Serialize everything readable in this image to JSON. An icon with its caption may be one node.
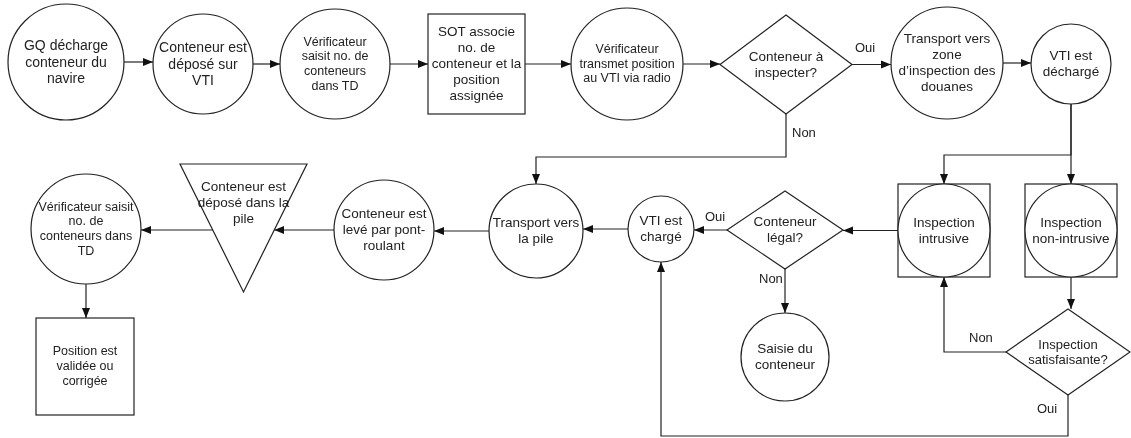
{
  "diagram": {
    "nodes": [
      {
        "text": [
          "GQ décharge conteneur du navire"
        ]
      },
      {
        "text": [
          "Conteneur est déposé sur VTI"
        ]
      },
      {
        "text": [
          "Vérificateur saisit no. de conteneurs dans TD"
        ]
      },
      {
        "text": [
          "SOT associe no. de conteneur et la position assignée"
        ]
      },
      {
        "text": [
          "Vérificateur transmet position au VTI via radio"
        ]
      },
      {
        "text": [
          "Conteneur à inspecter?"
        ]
      },
      {
        "text": [
          "Transport vers zone d’inspection des douanes"
        ]
      },
      {
        "text": [
          "VTI est déchargé"
        ]
      },
      {
        "text": [
          "Inspection intrusive"
        ]
      },
      {
        "text": [
          "Inspection non-intrusive"
        ]
      },
      {
        "text": [
          "Inspection satisfaisante?"
        ]
      },
      {
        "text": [
          "Conteneur légal?"
        ]
      },
      {
        "text": [
          "VTI est chargé"
        ]
      },
      {
        "text": [
          "Saisie du conteneur"
        ]
      },
      {
        "text": [
          "Transport vers la pile"
        ]
      },
      {
        "text": [
          "Conteneur est levé par pont-roulant"
        ]
      },
      {
        "text": [
          "Conteneur est déposé dans la pile"
        ]
      },
      {
        "text": [
          "Vérificateur saisit no. de conteneurs dans TD"
        ]
      },
      {
        "text": [
          "Position est validée ou corrigée"
        ]
      }
    ],
    "edges": [
      {
        "from": 0,
        "to": 1,
        "arrow": "to"
      },
      {
        "from": 1,
        "to": 2,
        "arrow": "to"
      },
      {
        "from": 2,
        "to": 3,
        "arrow": "to"
      },
      {
        "from": 3,
        "to": 4,
        "arrow": "to"
      },
      {
        "from": 4,
        "to": 5,
        "arrow": "to"
      },
      {
        "from": 5,
        "to": 6,
        "arrow": "to",
        "label": "Oui"
      },
      {
        "from": 6,
        "to": 7,
        "arrow": "to"
      },
      {
        "from": 7,
        "to": 8,
        "arrow": "to"
      },
      {
        "from": 7,
        "to": 9,
        "arrow": "to"
      },
      {
        "from": 5,
        "to": 14,
        "arrow": "to",
        "label": "Non"
      },
      {
        "from": 9,
        "to": 10,
        "arrow": "to"
      },
      {
        "from": 10,
        "to": 8,
        "arrow": "to",
        "label": "Non"
      },
      {
        "from": 10,
        "to": 12,
        "arrow": "to",
        "label": "Oui"
      },
      {
        "from": 8,
        "to": 11,
        "arrow": "to"
      },
      {
        "from": 11,
        "to": 12,
        "arrow": "to",
        "label": "Oui"
      },
      {
        "from": 11,
        "to": 13,
        "arrow": "to",
        "label": "Non"
      },
      {
        "from": 12,
        "to": 14,
        "arrow": "to"
      },
      {
        "from": 14,
        "to": 15,
        "arrow": "to"
      },
      {
        "from": 15,
        "to": 16,
        "arrow": "to"
      },
      {
        "from": 16,
        "to": 17,
        "arrow": "to"
      },
      {
        "from": 17,
        "to": 18,
        "arrow": "to"
      }
    ]
  }
}
